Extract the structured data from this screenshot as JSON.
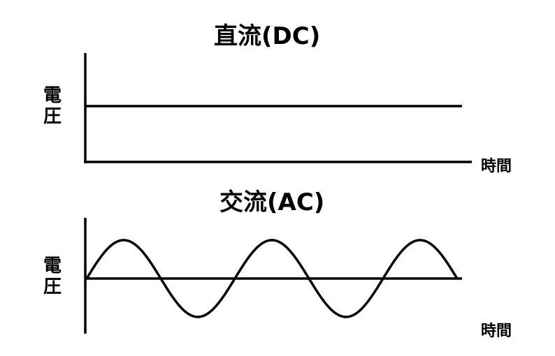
{
  "dc": {
    "title": "直流(DC)",
    "ylabel_line1": "電",
    "ylabel_line2": "圧",
    "xlabel": "時間"
  },
  "ac": {
    "title": "交流(AC)",
    "ylabel_line1": "電",
    "ylabel_line2": "圧",
    "xlabel": "時間",
    "cycles": 2.5
  }
}
